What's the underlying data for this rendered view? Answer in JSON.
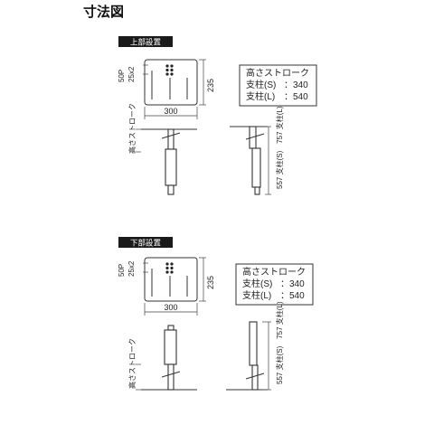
{
  "page_title": "寸法図",
  "sections": [
    {
      "tag": "上部設置",
      "plate_labels": {
        "pitch": "50P",
        "pin": "25x2"
      },
      "dim_width": "300",
      "dim_height": "235",
      "stroke_label": "高さストローク",
      "info": {
        "title": "高さストローク",
        "rows": [
          {
            "label": "支柱(S)",
            "value": "：340"
          },
          {
            "label": "支柱(L)",
            "value": "：540"
          }
        ]
      },
      "side_heights": "557 支柱(S)　757 支柱(L)"
    },
    {
      "tag": "下部設置",
      "plate_labels": {
        "pitch": "50P",
        "pin": "25x2"
      },
      "dim_width": "300",
      "dim_height": "235",
      "stroke_label": "高さストローク",
      "info": {
        "title": "高さストローク",
        "rows": [
          {
            "label": "支柱(S)",
            "value": "：340"
          },
          {
            "label": "支柱(L)",
            "value": "：540"
          }
        ]
      },
      "side_heights": "557 支柱(S)　757 支柱(L)"
    }
  ]
}
